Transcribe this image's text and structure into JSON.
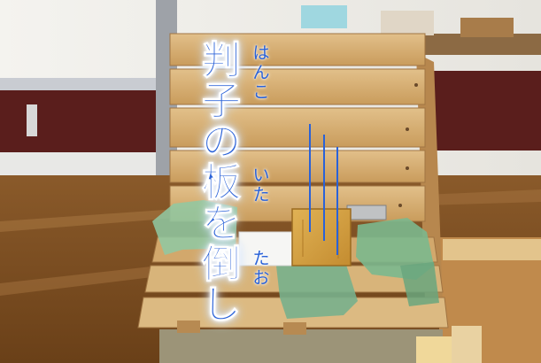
{
  "caption": {
    "title_chars": [
      "判",
      "子",
      "の",
      "板",
      "を",
      "倒",
      "し"
    ],
    "ruby_hanko": [
      "は",
      "ん",
      "こ"
    ],
    "ruby_ita": [
      "い",
      "た"
    ],
    "ruby_tao": [
      "た",
      "お"
    ]
  },
  "colors": {
    "caption_blue": "#2a62d8",
    "wood_light": "#d9b47c",
    "wood_mid": "#c89a5a",
    "floor_dark": "#7a5024"
  }
}
